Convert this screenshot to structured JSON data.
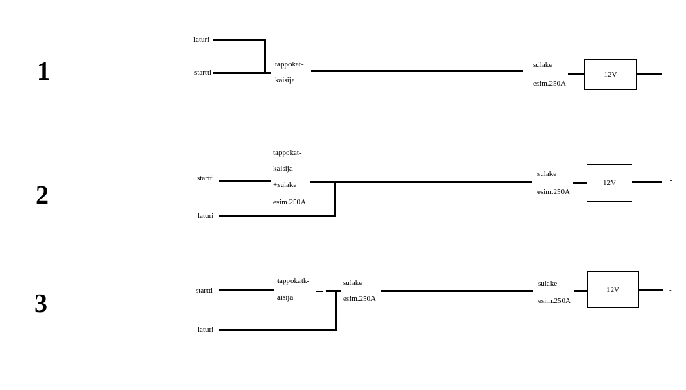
{
  "numbers": [
    "1",
    "2",
    "3"
  ],
  "d1": {
    "laturi": "laturi",
    "startti": "startti",
    "switch_line1": "tappokat-",
    "switch_line2": "kaisija",
    "fuse_line1": "sulake",
    "fuse_line2": "esim.250A",
    "battery": "12V",
    "minus": "-"
  },
  "d2": {
    "startti": "startti",
    "laturi": "laturi",
    "switch_line1": "tappokat-",
    "switch_line2": "kaisija",
    "switch_line3": "+sulake",
    "switch_line4": "esim.250A",
    "fuse_line1": "sulake",
    "fuse_line2": "esim.250A",
    "battery": "12V",
    "minus": "-"
  },
  "d3": {
    "startti": "startti",
    "laturi": "laturi",
    "switch_line1": "tappokatk-",
    "switch_line2": "aisija",
    "fuse1_line1": "sulake",
    "fuse1_line2": "esim.250A",
    "fuse2_line1": "sulake",
    "fuse2_line2": "esim.250A",
    "battery": "12V",
    "minus": "-"
  }
}
